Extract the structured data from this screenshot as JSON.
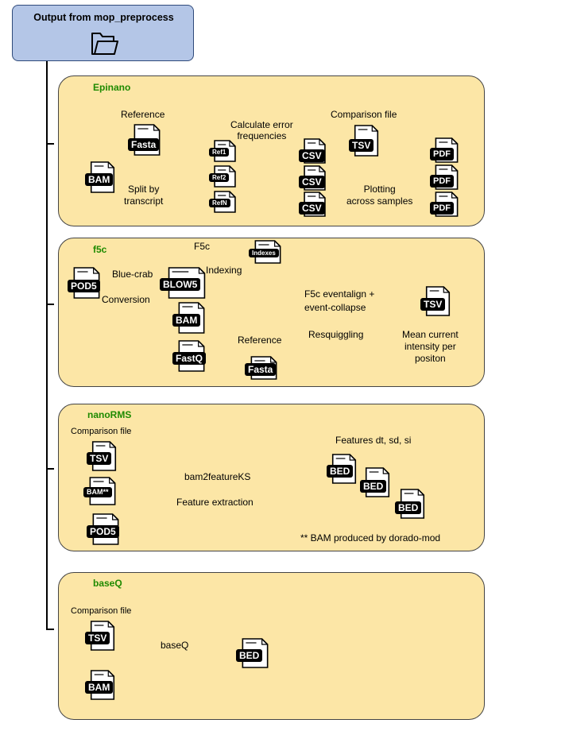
{
  "root": {
    "title": "Output from mop_preprocess",
    "icon": "folder-icon"
  },
  "epinano": {
    "title": "Epinano",
    "reference_label": "Reference",
    "reference_file": "Fasta",
    "input_file": "BAM",
    "split_label": "Split by\ntranscript",
    "refs": [
      "Ref1",
      "Ref2",
      "RefN"
    ],
    "error_label": "Calculate error\nfrequencies",
    "csv_files": [
      "CSV",
      "CSV",
      "CSV"
    ],
    "comparison_label": "Comparison file",
    "comparison_file": "TSV",
    "plotting_label": "Plotting\nacross samples",
    "pdf_files": [
      "PDF",
      "PDF",
      "PDF"
    ]
  },
  "f5c": {
    "title": "f5c",
    "pod5_file": "POD5",
    "bluecrab_label": "Blue-crab",
    "conversion_label": "Conversion",
    "blow5_file": "BLOW5",
    "f5c_label": "F5c",
    "indexes_file": "Indexes",
    "indexing_label": "Indexing",
    "bam_file": "BAM",
    "fastq_file": "FastQ",
    "reference_label": "Reference",
    "reference_file": "Fasta",
    "eventalign_label": "F5c eventalign +\nevent-collapse",
    "resquiggling_label": "Resquiggling",
    "output_file": "TSV",
    "mean_label": "Mean current\nintensity per\npositon"
  },
  "nanorms": {
    "title": "nanoRMS",
    "comparison_label": "Comparison file",
    "files": [
      "TSV",
      "BAM**",
      "POD5"
    ],
    "tool_label": "bam2featureKS",
    "feature_label": "Feature extraction",
    "features_label": "Features dt, sd, si",
    "bed_files": [
      "BED",
      "BED",
      "BED"
    ],
    "footnote": "** BAM produced by dorado-mod"
  },
  "baseq": {
    "title": "baseQ",
    "comparison_label": "Comparison file",
    "files": [
      "TSV",
      "BAM"
    ],
    "tool_label": "baseQ",
    "bed_file": "BED"
  }
}
